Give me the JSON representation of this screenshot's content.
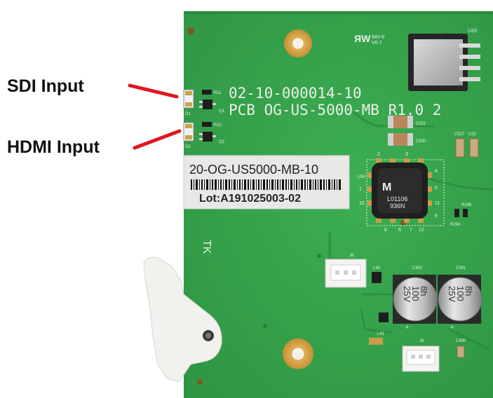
{
  "callouts": {
    "sdi_label": "SDI Input",
    "hdmi_label": "HDMI Input",
    "arrow_color": "#e0161f"
  },
  "board": {
    "color": "#35a14a",
    "silkscreen_line1": "02-10-000014-10",
    "silkscreen_line2": "PCB OG-US-5000-MB R1.0 2",
    "rating_mark": "94V-0",
    "rating_mark2": "V0-7",
    "ul_mark": "ЯW",
    "ic_ref": "U33",
    "inductor_ref": "U50",
    "tk_mark": "TK",
    "refs": {
      "d1": "D1",
      "d2": "D2",
      "r11": "R11",
      "r12": "R12",
      "q1": "Q1",
      "q2": "Q2",
      "c531": "C531",
      "c530": "C530",
      "c527": "C527",
      "c52": "C52",
      "r296": "R296",
      "r294": "R294",
      "j6": "J6",
      "j8": "J8",
      "l45": "L45",
      "l41": "L41",
      "c492": "C492",
      "c491": "C491",
      "c490": "C490"
    },
    "pin_numbers": [
      "2",
      "3",
      "4",
      "5",
      "8",
      "6",
      "7",
      "12",
      "10",
      "11",
      "9",
      "1"
    ]
  },
  "sticker": {
    "part_number": "20-OG-US5000-MB-10",
    "lot": "Lot:A191025003-02"
  },
  "inductor": {
    "logo": "M",
    "code1": "L01106",
    "code2": "936N"
  },
  "capacitors": {
    "left": {
      "value": "100",
      "voltage": "25V",
      "series": "8h"
    },
    "right": {
      "value": "100",
      "voltage": "25V",
      "series": "8h"
    }
  }
}
